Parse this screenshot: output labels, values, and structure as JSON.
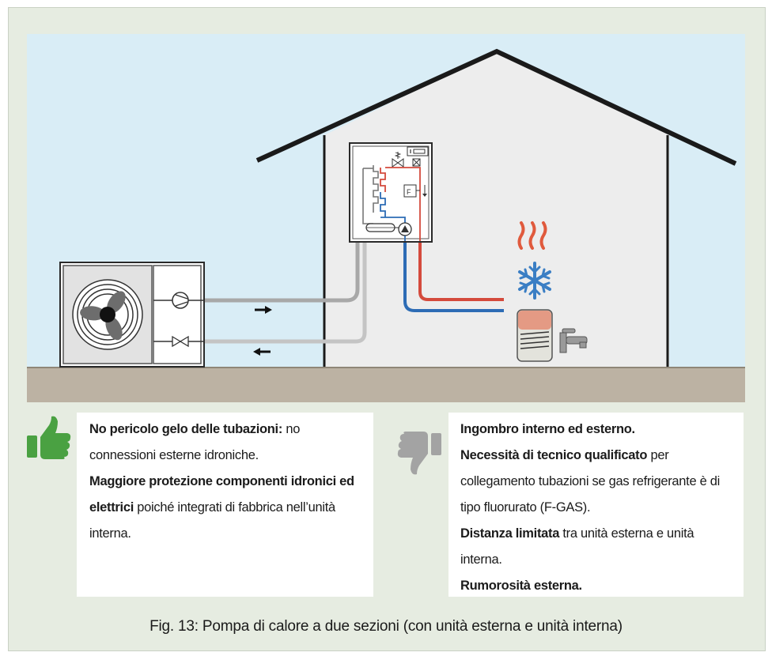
{
  "figure": {
    "caption": "Fig. 13: Pompa di calore a due sezioni (con unità esterna e unità interna)"
  },
  "pros": {
    "icon": "thumbs-up-icon",
    "color": "#4aa142",
    "items": [
      {
        "strong": "No pericolo gelo delle tubazioni:",
        "text": " no connessioni esterne idroniche."
      },
      {
        "strong": "Maggiore protezione componenti idronici ed elettrici",
        "text": " poiché integrati di fabbrica nell’unità interna."
      }
    ]
  },
  "cons": {
    "icon": "thumbs-down-icon",
    "color": "#a3a3a3",
    "items": [
      {
        "strong": "Ingombro interno ed esterno.",
        "text": ""
      },
      {
        "strong": "Necessità di tecnico qualificato",
        "text": " per collegamento tubazioni se gas refrigerante è di tipo fluorurato (F-GAS)."
      },
      {
        "strong": "Distanza limitata",
        "text": " tra unità esterna e unità interna."
      },
      {
        "strong": "Rumorosità esterna.",
        "text": ""
      }
    ]
  },
  "diagram": {
    "colors": {
      "sky": "#d9edf6",
      "ground": "#bcb2a3",
      "hot_pipe": "#d44a3c",
      "cold_pipe": "#2d6cb5",
      "refrigerant_pipe": "#a8a8a8",
      "snowflake": "#3a7ec4",
      "heat_waves": "#e05a3d"
    },
    "indoor_unit_label": "F"
  }
}
